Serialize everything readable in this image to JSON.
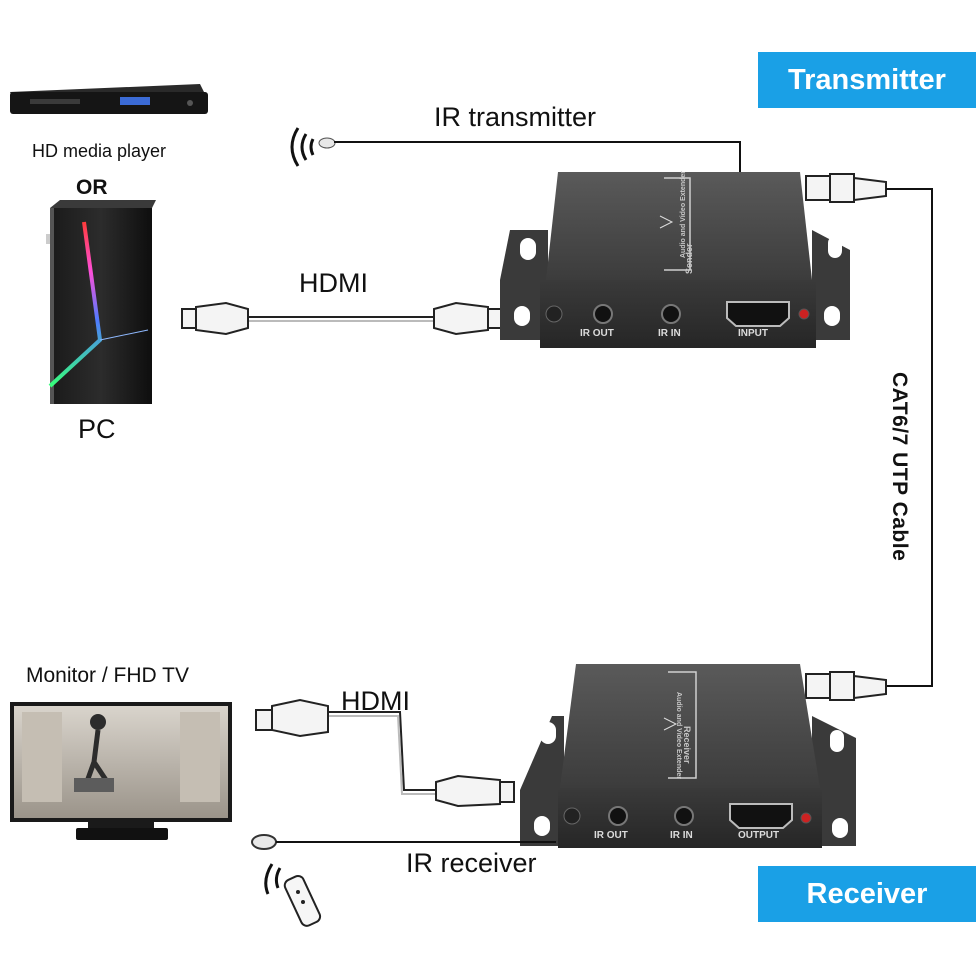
{
  "badges": {
    "transmitter": "Transmitter",
    "receiver": "Receiver",
    "color": "#1aa0e6"
  },
  "sources": {
    "media_player": "HD media player",
    "or": "OR",
    "pc": "PC"
  },
  "display": {
    "monitor": "Monitor / FHD TV"
  },
  "cables": {
    "ir_transmitter": "IR transmitter",
    "hdmi_top": "HDMI",
    "hdmi_bottom": "HDMI",
    "ir_receiver": "IR receiver",
    "cat": "CAT6/7 UTP Cable"
  },
  "sender_unit": {
    "side_text": "Sender",
    "brand_text": "Audio and Video Extender",
    "ports": [
      "IR OUT",
      "IR IN",
      "INPUT"
    ]
  },
  "receiver_unit": {
    "side_text": "Receiver",
    "brand_text": "Audio and Video Extender",
    "ports": [
      "IR OUT",
      "IR IN",
      "OUTPUT"
    ]
  }
}
